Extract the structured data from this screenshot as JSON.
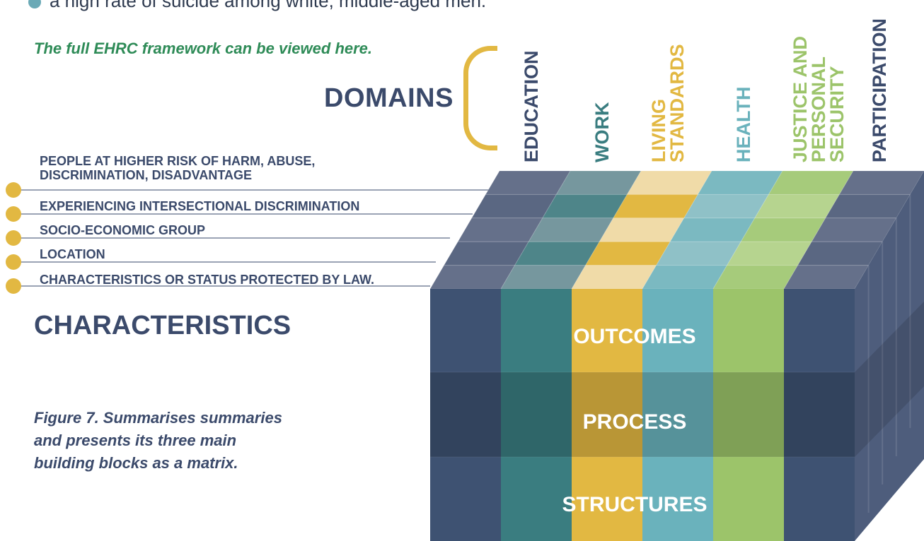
{
  "top_line": "a high rate of suicide among white, middle-aged men.",
  "link_text": "The full EHRC framework can be viewed here.",
  "domains_title": "DOMAINS",
  "domains": [
    {
      "lines": [
        "EDUCATION"
      ],
      "color": "#3b4a6b"
    },
    {
      "lines": [
        "WORK"
      ],
      "color": "#3a7d80"
    },
    {
      "lines": [
        "LIVING",
        "STANDARDS"
      ],
      "color": "#e2b842"
    },
    {
      "lines": [
        "HEALTH"
      ],
      "color": "#6ab2bc"
    },
    {
      "lines": [
        "JUSTICE AND",
        "PERSONAL",
        "SECURITY"
      ],
      "color": "#9cc46a"
    },
    {
      "lines": [
        "PARTICIPATION"
      ],
      "color": "#3b4a6b"
    }
  ],
  "characteristics": [
    [
      "PEOPLE AT HIGHER RISK OF HARM, ABUSE,",
      "DISCRIMINATION, DISADVANTAGE"
    ],
    [
      "EXPERIENCING INTERSECTIONAL DISCRIMINATION"
    ],
    [
      "SOCIO-ECONOMIC GROUP"
    ],
    [
      "LOCATION"
    ],
    [
      "CHARACTERISTICS OR STATUS PROTECTED BY LAW."
    ]
  ],
  "characteristics_title": "CHARACTERISTICS",
  "building_blocks": [
    "OUTCOMES",
    "PROCESS",
    "STRUCTURES"
  ],
  "caption": "Figure 7. Summarises summaries\nand presents its three main\nbuilding blocks as a matrix.",
  "colors": {
    "column_front": [
      "#3e5272",
      "#3a7d80",
      "#e2b842",
      "#6ab2bc",
      "#9cc46a",
      "#3e5272"
    ],
    "column_top_dark": [
      "#5a6782",
      "#4e8589",
      "#e2b842",
      "#8fc1c7",
      "#b6d48f",
      "#5a6782"
    ],
    "column_top_light": [
      "#65708a",
      "#76979e",
      "#f0dba8",
      "#7bb9c1",
      "#a6cb7b",
      "#65708a"
    ],
    "bullet_yellow": "#e2b842",
    "text_navy": "#3b4a6b",
    "link_green": "#2e8b57"
  }
}
